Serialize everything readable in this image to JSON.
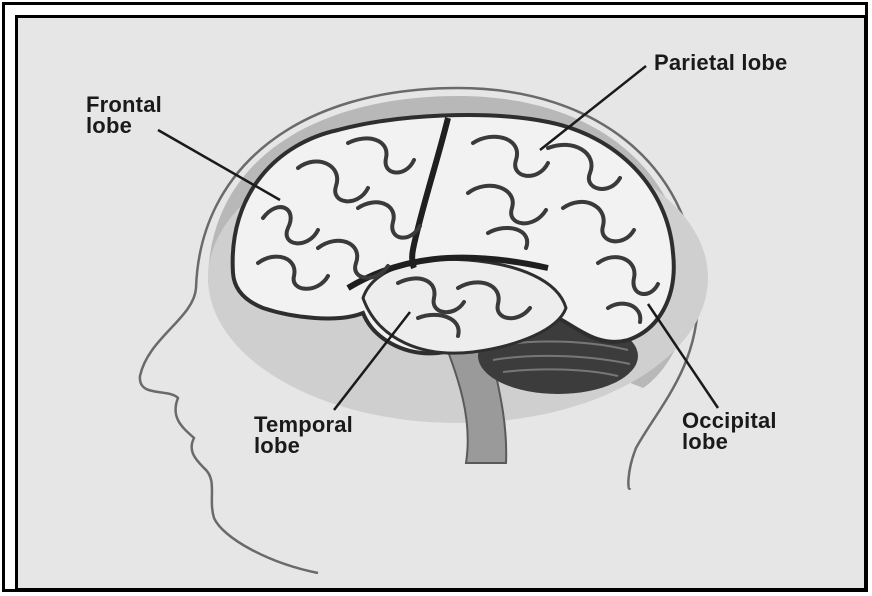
{
  "labels": {
    "frontal": "Frontal\nlobe",
    "parietal": "Parietal lobe",
    "temporal": "Temporal\nlobe",
    "occipital": "Occipital\nlobe"
  },
  "colors": {
    "background": "#e6e6e6",
    "head_outline": "#6a6a6a",
    "skull_band": "#b3b3b3",
    "brain_fill": "#f2f2f2",
    "sulci": "#3a3a3a",
    "cerebellum": "#3c3c3c",
    "brainstem": "#9a9a9a",
    "frame": "#000000"
  }
}
